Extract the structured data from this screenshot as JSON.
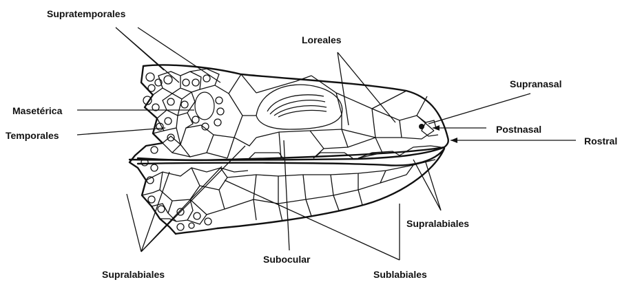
{
  "figure": {
    "labels": {
      "supratemporales": "Supratemporales",
      "loreales": "Loreales",
      "supranasal": "Supranasal",
      "maseterica": "Masetérica",
      "temporales": "Temporales",
      "postnasal": "Postnasal",
      "rostral": "Rostral",
      "supralabiales_right": "Supralabiales",
      "supralabiales_left": "Supralabiales",
      "subocular": "Subocular",
      "sublabiales": "Sublabiales"
    }
  }
}
